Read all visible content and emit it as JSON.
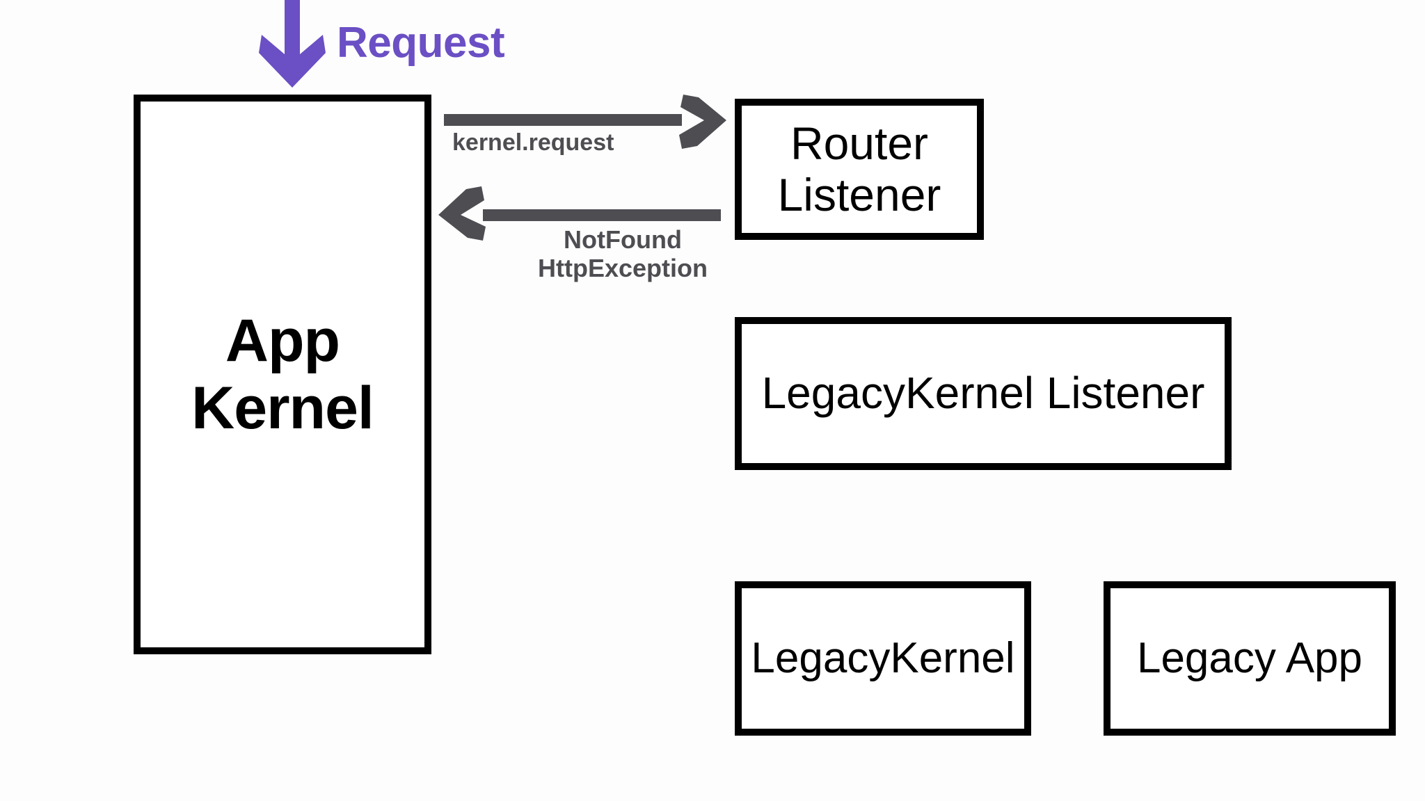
{
  "diagram": {
    "title": "Symfony kernel request flow with legacy fallback",
    "background_color": "#fdfdfd",
    "accent_color": "#6b4fc4",
    "arrow_color": "#4d4d52",
    "box_border_color": "#000000"
  },
  "entry": {
    "arrow_icon": "down-arrow-icon",
    "label": "Request",
    "color": "#6b4fc4"
  },
  "nodes": [
    {
      "id": "app-kernel",
      "label": "App\nKernel",
      "emphasis": "bold"
    },
    {
      "id": "router-listener",
      "label": "Router\nListener",
      "emphasis": "normal"
    },
    {
      "id": "legacy-kernel-listener",
      "label": "LegacyKernel Listener",
      "emphasis": "normal"
    },
    {
      "id": "legacy-kernel",
      "label": "LegacyKernel",
      "emphasis": "normal"
    },
    {
      "id": "legacy-app",
      "label": "Legacy App",
      "emphasis": "normal"
    }
  ],
  "flows": [
    {
      "id": "kernel-request",
      "label": "kernel.request",
      "direction": "right",
      "from": "app-kernel",
      "to": "router-listener",
      "color": "#4d4d52"
    },
    {
      "id": "not-found-http-exception",
      "label": "NotFound\nHttpException",
      "direction": "left",
      "from": "router-listener",
      "to": "app-kernel",
      "color": "#4d4d52"
    }
  ]
}
